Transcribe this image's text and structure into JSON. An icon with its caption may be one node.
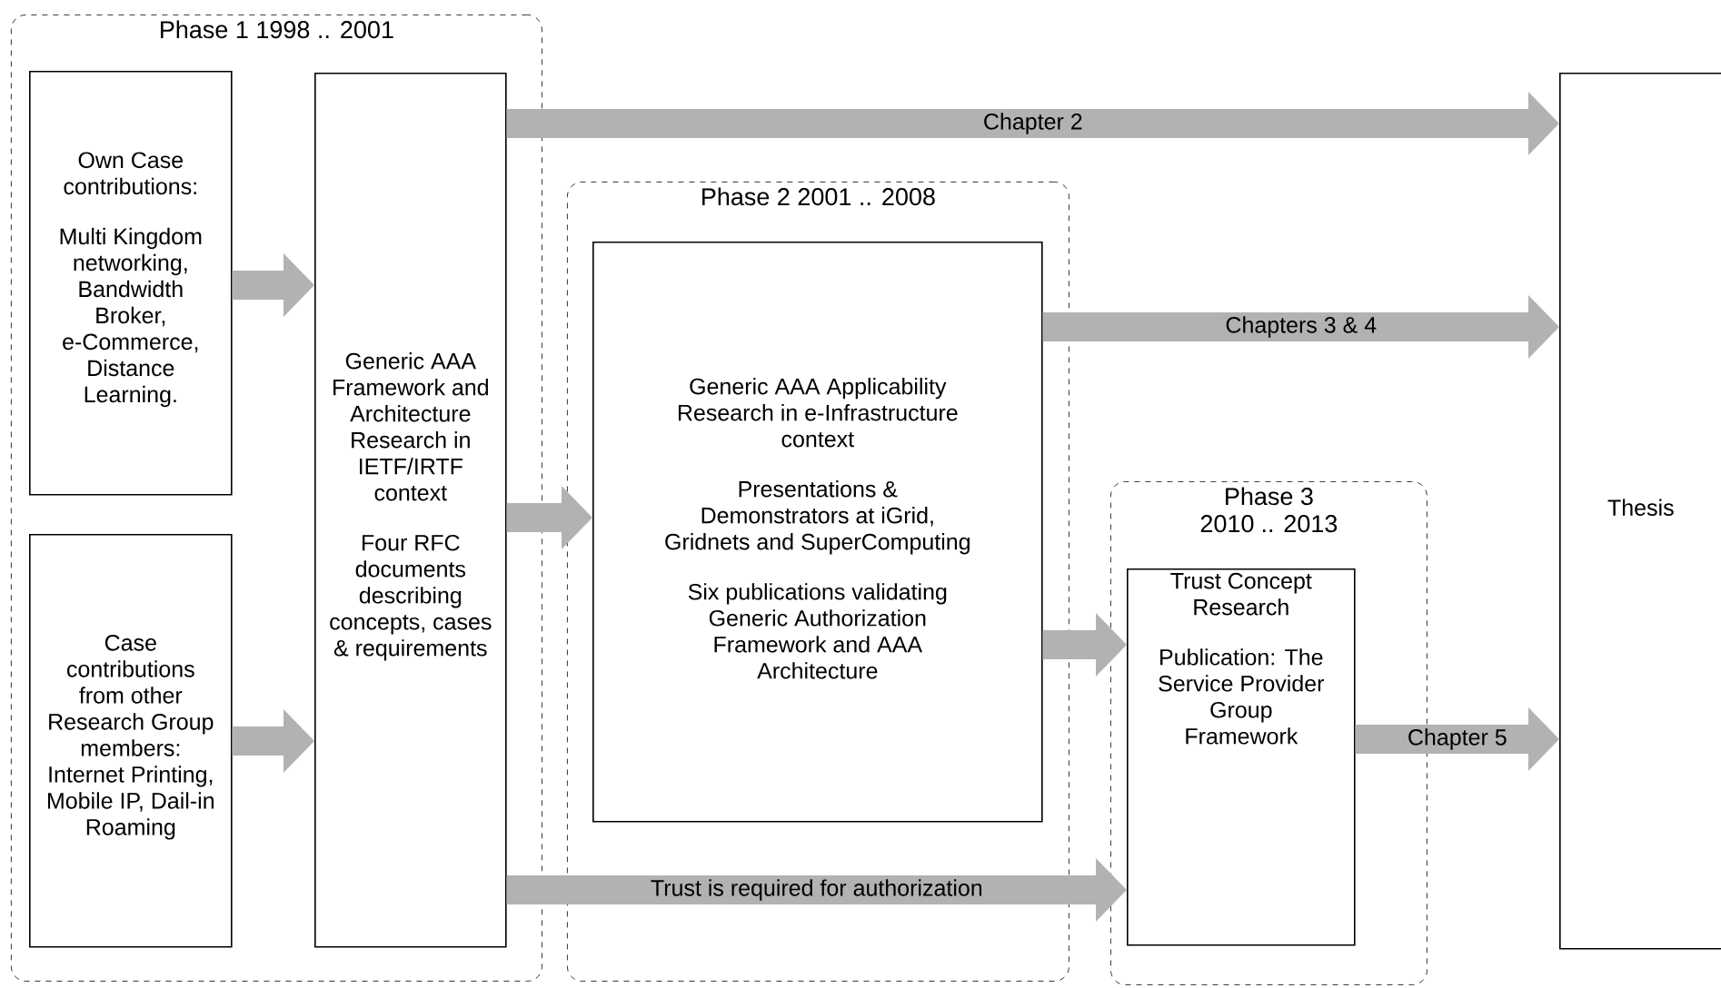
{
  "diagram": {
    "nodes": [
      {
        "text": [
          "Phase 1 1998 .. 2001"
        ]
      },
      {
        "text": [
          "Own Case contributions:",
          "Multi Kingdom networking, Bandwidth Broker, e-Commerce, Distance Learning."
        ],
        "in": 0
      },
      {
        "text": [
          "Case contributions from other Research Group members: Internet Printing, Mobile IP, Dail-in Roaming"
        ],
        "in": 0
      },
      {
        "text": [
          "Generic AAA Framework and Architecture Research in IETF/IRTF context",
          "Four RFC documents describing concepts, cases & requirements"
        ],
        "in": 0
      },
      {
        "text": [
          "Phase 2 2001 .. 2008"
        ]
      },
      {
        "text": [
          "Generic AAA Applicability Research in e-Infrastructure context",
          "Presentations & Demonstrators at iGrid, Gridnets and SuperComputing",
          "Six publications validating Generic Authorization Framework and AAA Architecture"
        ],
        "in": 4
      },
      {
        "text": [
          "Phase 3 2010 .. 2013"
        ]
      },
      {
        "text": [
          "Trust Concept Research",
          "Publication: The Service Provider Group Framework"
        ],
        "in": 6
      },
      {
        "text": [
          "Thesis"
        ]
      }
    ],
    "edges": [
      {
        "from": 1,
        "to": 3,
        "arrow": "to"
      },
      {
        "from": 2,
        "to": 3,
        "arrow": "to"
      },
      {
        "from": 3,
        "to": 8,
        "arrow": "to",
        "label": "Chapter 2"
      },
      {
        "from": 3,
        "to": 5,
        "arrow": "to"
      },
      {
        "from": 5,
        "to": 8,
        "arrow": "to",
        "label": "Chapters 3 & 4"
      },
      {
        "from": 5,
        "to": 7,
        "arrow": "to"
      },
      {
        "from": 3,
        "to": 7,
        "arrow": "to",
        "label": "Trust is required for authorization"
      },
      {
        "from": 7,
        "to": 8,
        "arrow": "to",
        "label": "Chapter 5"
      }
    ]
  }
}
